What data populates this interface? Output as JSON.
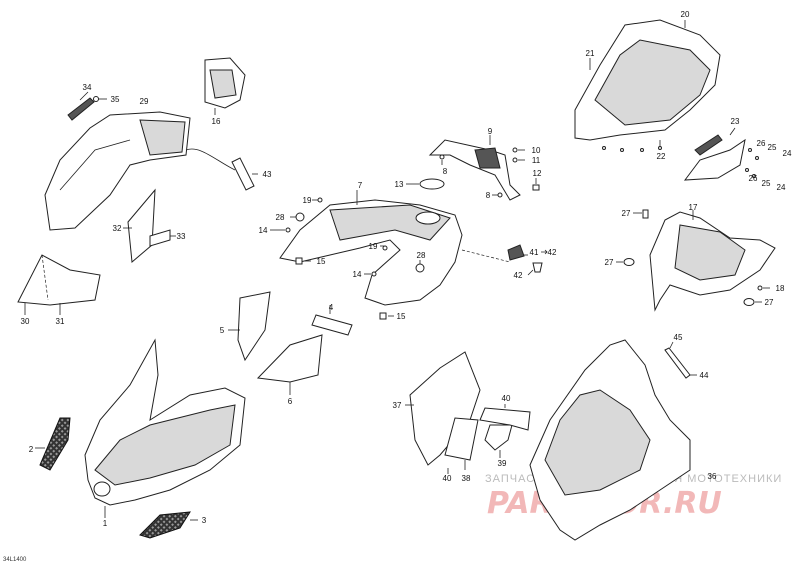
{
  "diagram": {
    "drawing_code": "34L1400",
    "watermark": {
      "tagline": "ЗАПЧАСТИ И АКСЕССУАРЫ ДЛЯ МОТОТЕХНИКИ",
      "logo_text": "PARTSFOR.RU"
    },
    "callouts": {
      "c1": "1",
      "c2": "2",
      "c3": "3",
      "c4": "4",
      "c5": "5",
      "c6": "6",
      "c7": "7",
      "c8a": "8",
      "c8b": "8",
      "c9": "9",
      "c10": "10",
      "c11": "11",
      "c12": "12",
      "c13": "13",
      "c14a": "14",
      "c14b": "14",
      "c15a": "15",
      "c15b": "15",
      "c16": "16",
      "c17": "17",
      "c18": "18",
      "c19a": "19",
      "c19b": "19",
      "c20": "20",
      "c21": "21",
      "c22": "22",
      "c23": "23",
      "c24a": "24",
      "c24b": "24",
      "c25a": "25",
      "c25b": "25",
      "c26a": "26",
      "c26b": "26",
      "c27a": "27",
      "c27b": "27",
      "c27c": "27",
      "c28a": "28",
      "c28b": "28",
      "c29": "29",
      "c30": "30",
      "c31": "31",
      "c32": "32",
      "c33": "33",
      "c34": "34",
      "c35": "35",
      "c36": "36",
      "c37": "37",
      "c38": "38",
      "c39": "39",
      "c40a": "40",
      "c40b": "40",
      "c41": "41",
      "c42a": "42",
      "c42b": "42",
      "c43": "43",
      "c44": "44",
      "c45": "45"
    }
  }
}
